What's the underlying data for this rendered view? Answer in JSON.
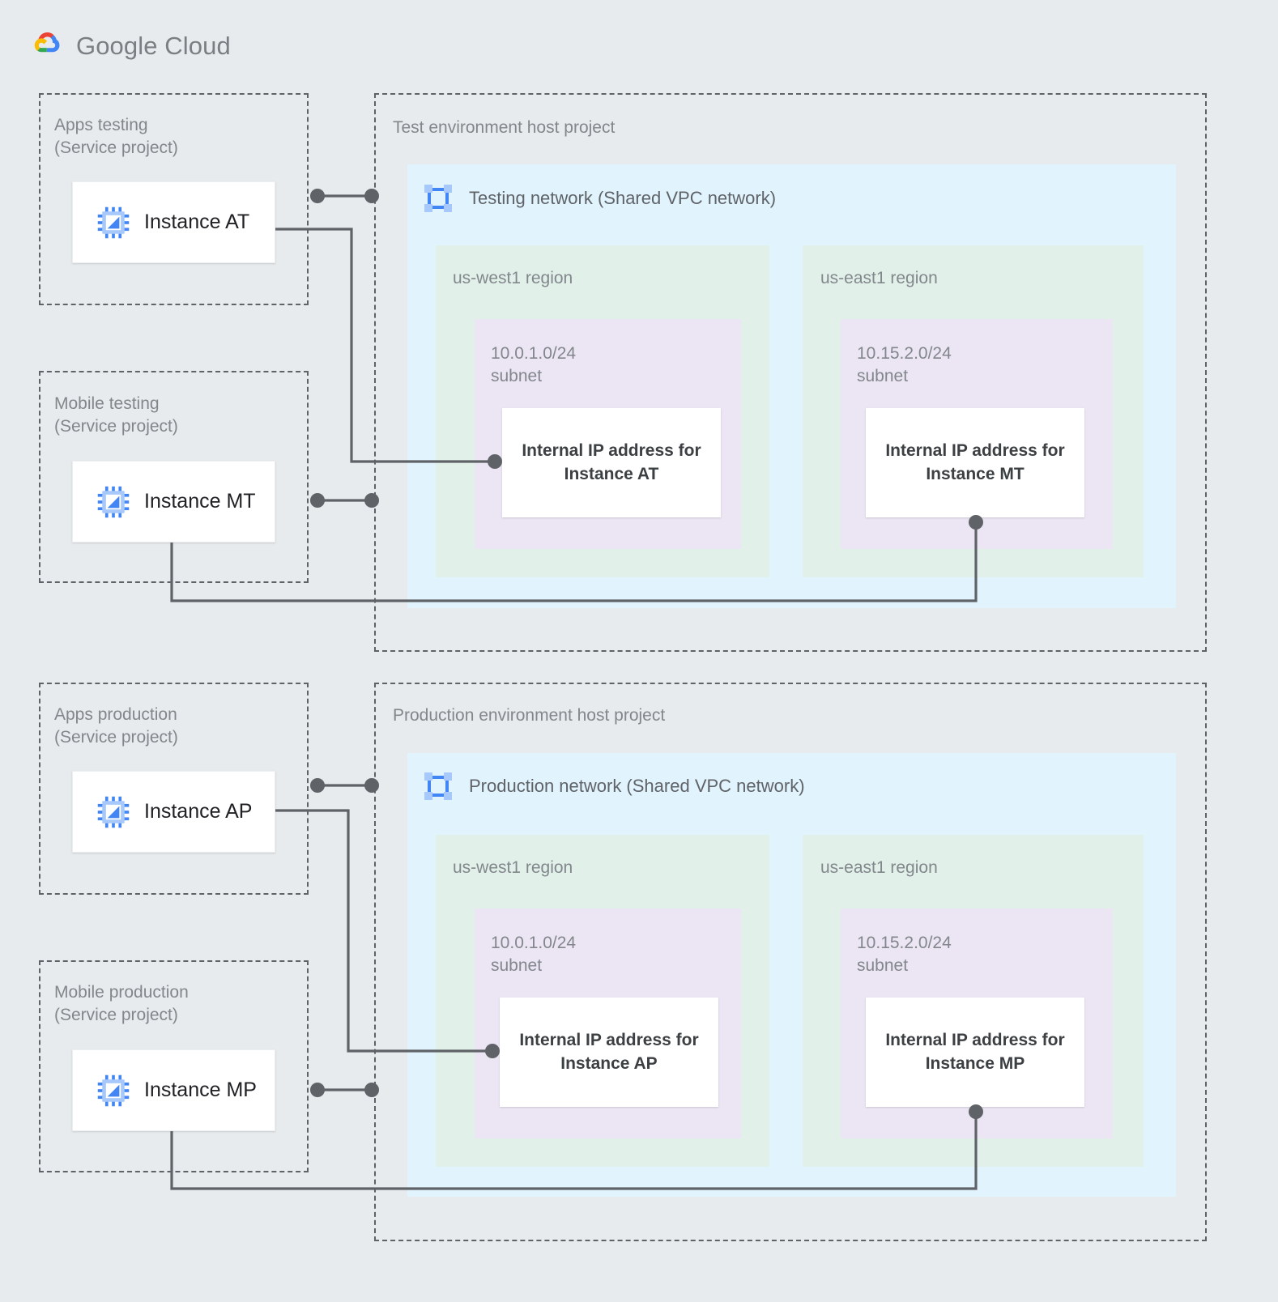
{
  "brand": {
    "word_google": "Google",
    "word_cloud": "Cloud",
    "logo_icon": "google-cloud-logo"
  },
  "icons": {
    "vm": "vm-instance-icon",
    "network": "vpc-network-icon"
  },
  "colors": {
    "page_background": "#e8ebed",
    "network_fill": "#e1f3fd",
    "region_fill": "#e1f1e9",
    "subnet_fill": "#ece4f3",
    "card_fill": "#ffffff",
    "border_dashed": "#5f6368",
    "connector": "#5f6368",
    "label_text": "#82878c",
    "title_text": "#5f6368",
    "card_text": "#202124",
    "ip_text": "#3c4043"
  },
  "environments": [
    {
      "id": "test",
      "host_project_label": "Test environment host project",
      "network": {
        "title": "Testing network (Shared VPC network)",
        "icon": "vpc-network-icon"
      },
      "service_projects": [
        {
          "id": "apps-testing",
          "label": "Apps testing\n(Service project)",
          "instance": {
            "label": "Instance AT",
            "icon": "vm-instance-icon"
          }
        },
        {
          "id": "mobile-testing",
          "label": "Mobile testing\n(Service project)",
          "instance": {
            "label": "Instance MT",
            "icon": "vm-instance-icon"
          }
        }
      ],
      "regions": [
        {
          "id": "us-west1",
          "label": "us-west1 region",
          "subnet": {
            "label": "10.0.1.0/24\nsubnet",
            "cidr": "10.0.1.0/24",
            "ip_card": "Internal IP address for\nInstance AT"
          }
        },
        {
          "id": "us-east1",
          "label": "us-east1 region",
          "subnet": {
            "label": "10.15.2.0/24\nsubnet",
            "cidr": "10.15.2.0/24",
            "ip_card": "Internal IP address for\nInstance MT"
          }
        }
      ]
    },
    {
      "id": "production",
      "host_project_label": "Production environment host project",
      "network": {
        "title": "Production network (Shared VPC network)",
        "icon": "vpc-network-icon"
      },
      "service_projects": [
        {
          "id": "apps-production",
          "label": "Apps production\n(Service project)",
          "instance": {
            "label": "Instance AP",
            "icon": "vm-instance-icon"
          }
        },
        {
          "id": "mobile-production",
          "label": "Mobile production\n(Service project)",
          "instance": {
            "label": "Instance MP",
            "icon": "vm-instance-icon"
          }
        }
      ],
      "regions": [
        {
          "id": "us-west1",
          "label": "us-west1 region",
          "subnet": {
            "label": "10.0.1.0/24\nsubnet",
            "cidr": "10.0.1.0/24",
            "ip_card": "Internal IP address for\nInstance AP"
          }
        },
        {
          "id": "us-east1",
          "label": "us-east1 region",
          "subnet": {
            "label": "10.15.2.0/24\nsubnet",
            "cidr": "10.15.2.0/24",
            "ip_card": "Internal IP address for\nInstance MP"
          }
        }
      ]
    }
  ]
}
